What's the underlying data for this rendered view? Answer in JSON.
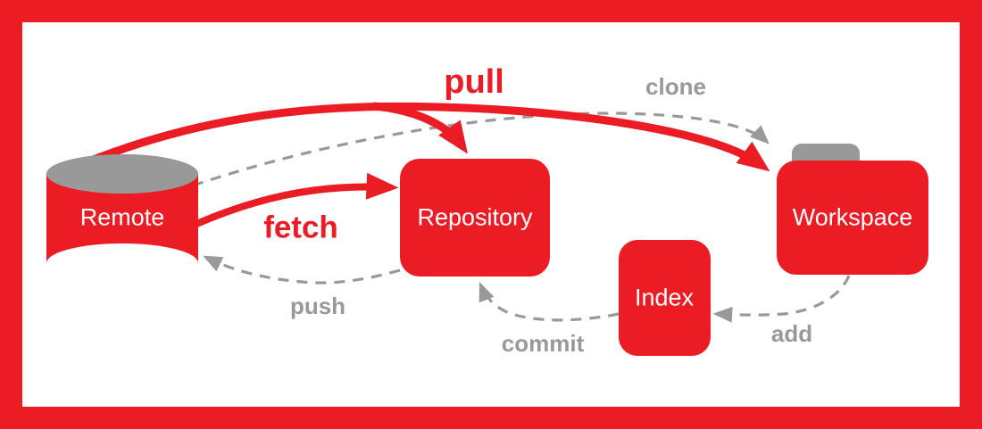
{
  "diagram": {
    "description": "git data transport diagram",
    "colors": {
      "red": "#EC1C24",
      "gray": "#999999",
      "white": "#FFFFFF"
    },
    "nodes": {
      "remote": {
        "label": "Remote",
        "shape": "database-cylinder"
      },
      "repository": {
        "label": "Repository",
        "shape": "rounded-rect"
      },
      "index": {
        "label": "Index",
        "shape": "rounded-rect"
      },
      "workspace": {
        "label": "Workspace",
        "shape": "folder"
      }
    },
    "edges": {
      "pull": {
        "label": "pull",
        "from": "remote",
        "to": "workspace,repository",
        "style": "solid-bold",
        "color": "#EC1C24"
      },
      "clone": {
        "label": "clone",
        "from": "remote",
        "to": "workspace",
        "style": "dashed",
        "color": "#999999"
      },
      "fetch": {
        "label": "fetch",
        "from": "remote",
        "to": "repository",
        "style": "solid-bold",
        "color": "#EC1C24"
      },
      "push": {
        "label": "push",
        "from": "repository",
        "to": "remote",
        "style": "dashed",
        "color": "#999999"
      },
      "commit": {
        "label": "commit",
        "from": "index",
        "to": "repository",
        "style": "dashed",
        "color": "#999999"
      },
      "add": {
        "label": "add",
        "from": "workspace",
        "to": "index",
        "style": "dashed",
        "color": "#999999"
      }
    }
  }
}
